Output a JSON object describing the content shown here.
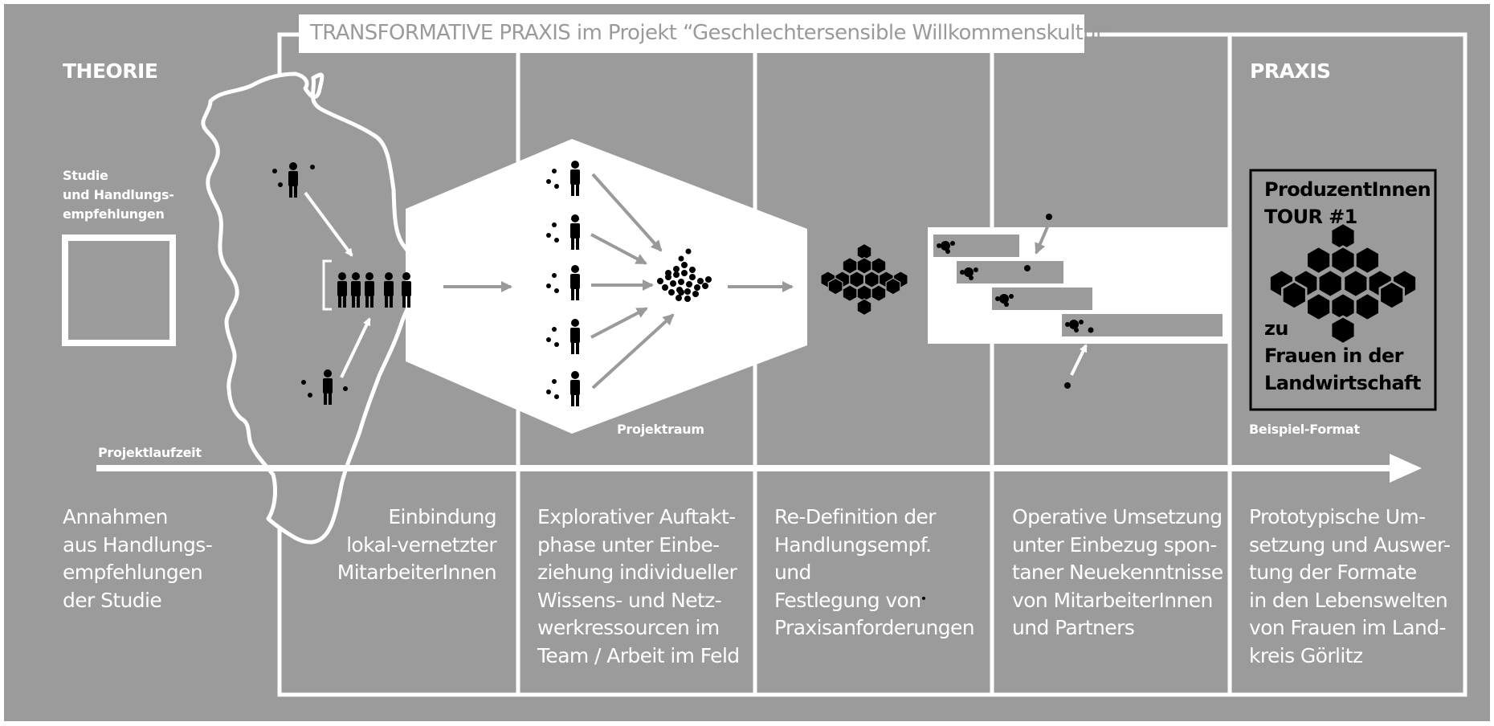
{
  "title": "TRANSFORMATIVE PRAXIS im Projekt “Geschlechtersensible Willkommenskultur”",
  "theorie_label": "THEORIE",
  "praxis_label": "PRAXIS",
  "study_label": [
    "Studie",
    "und Handlungs-",
    "empfehlungen"
  ],
  "timeline_label": "Projektlaufzeit",
  "projektraum_label": "Projektraum",
  "beispiel_label": "Beispiel-Format",
  "tour_box": {
    "title_lines": [
      "ProduzentInnen",
      "TOUR #1"
    ],
    "bottom_lines": [
      "zu",
      "Frauen in der",
      "Landwirtschaft"
    ]
  },
  "stages": [
    {
      "lines": [
        "Annahmen",
        "aus Handlungs-",
        "empfehlungen",
        "der Studie"
      ]
    },
    {
      "lines": [
        "Einbindung",
        "lokal-vernetzter",
        "MitarbeiterInnen"
      ]
    },
    {
      "lines": [
        "Explorativer Auftakt-",
        "phase unter Einbe-",
        "ziehung individueller",
        "Wissens- und Netz-",
        "werkressourcen im",
        "Team / Arbeit im Feld"
      ]
    },
    {
      "lines": [
        "Re-Definition der",
        "Handlungsempf.",
        "und",
        "Festlegung von",
        "Praxisanforderungen"
      ]
    },
    {
      "lines": [
        "Operative Umsetzung",
        "unter Einbezug spon-",
        "taner Neuekenntnisse",
        "von MitarbeiterInnen",
        "und Partners"
      ]
    },
    {
      "lines": [
        "Prototypische Um-",
        "setzung und Auswer-",
        "tung der Formate",
        "in den Lebenswelten",
        "von Frauen im Land-",
        "kreis Görlitz"
      ]
    }
  ],
  "colors": {
    "background": "#9b9b9b",
    "foreground": "#ffffff",
    "ink": "#000000",
    "muted_arrow": "#9a9a9a"
  }
}
